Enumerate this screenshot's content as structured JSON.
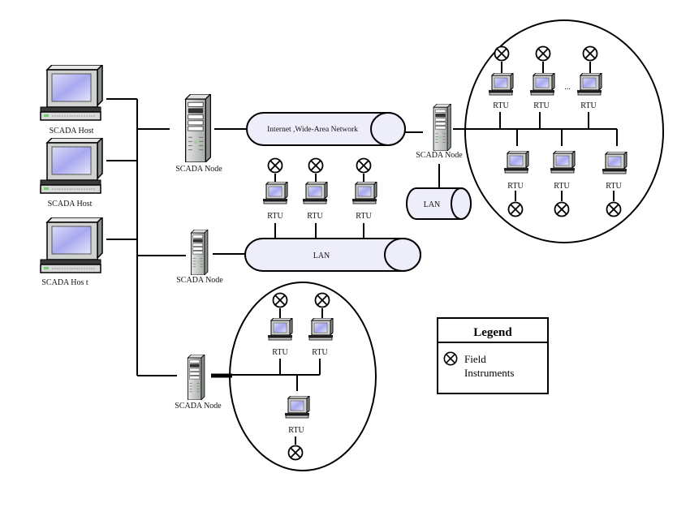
{
  "diagram": {
    "type": "SCADA network architecture",
    "colors": {
      "network_fill": "#eeeefb",
      "screen_fill": "#b8b8f4",
      "device_body": "#c8ccc8",
      "line": "#000000"
    },
    "hosts": [
      {
        "label": "SCADA Host"
      },
      {
        "label": "SCADA Host"
      },
      {
        "label": "SCADA Hos t"
      }
    ],
    "nodes": [
      {
        "label": "SCADA Node"
      },
      {
        "label": "SCADA Node"
      },
      {
        "label": "SCADA Node"
      },
      {
        "label": "SCADA  Node"
      }
    ],
    "networks": {
      "wan": "Internet ,Wide-Area Network",
      "lan_center": "LAN",
      "lan_right": "LAN"
    },
    "rtu_label": "RTU",
    "ellipsis": "...",
    "legend": {
      "title": "Legend",
      "items": [
        {
          "icon": "field-instrument-icon",
          "line1": "Field",
          "line2": "Instruments"
        }
      ]
    }
  }
}
